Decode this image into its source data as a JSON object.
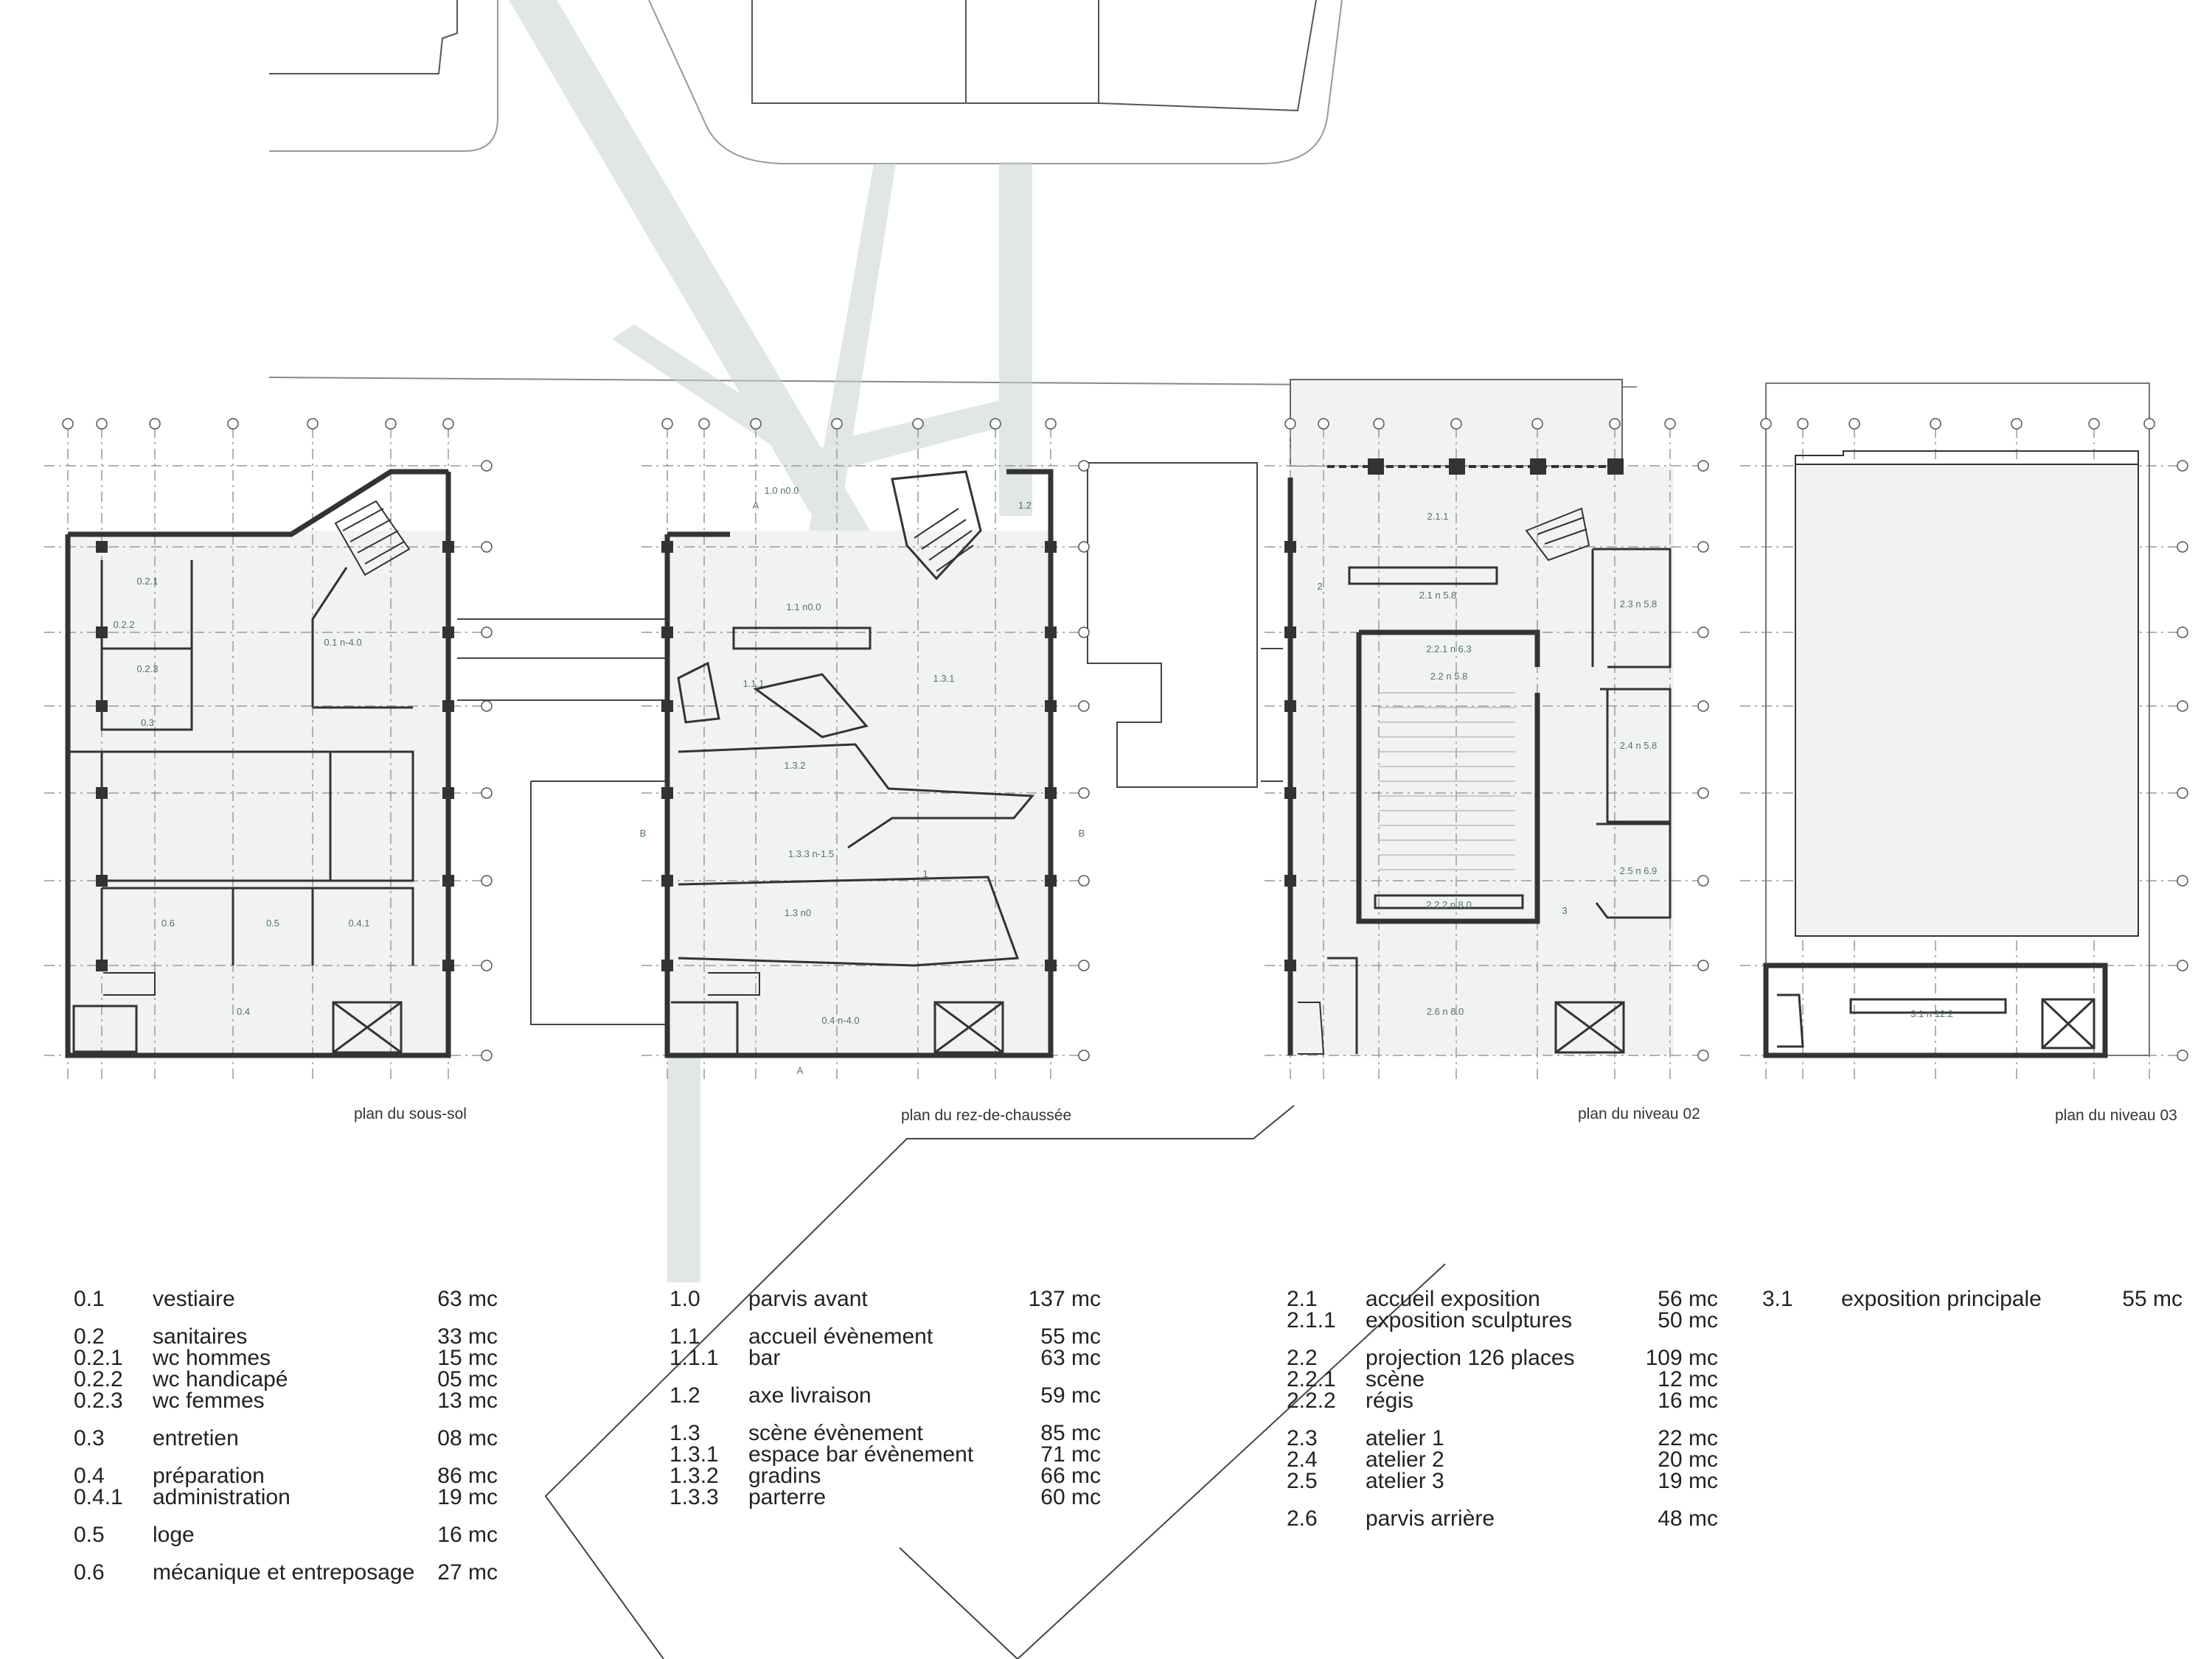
{
  "colors": {
    "ink": "#222222",
    "wall": "#3a3a3a",
    "light": "#c9d3d2",
    "room_label": "#56706e",
    "fill": "#f1f3f3"
  },
  "plans": [
    {
      "caption": "plan du sous-sol",
      "rooms": [
        "0.2.1",
        "0.2.2",
        "0.2.3",
        "0.3",
        "0.1 n-4.0",
        "0.6",
        "0.5",
        "0.4.1",
        "0.4"
      ]
    },
    {
      "caption": "plan du rez-de-chaussée",
      "rooms": [
        "1.0 n0.0",
        "1.2",
        "1.1 n0.0",
        "1.1.1",
        "1.3.1",
        "1.3.2",
        "1.3.3 n-1.5",
        "1.3 n0",
        "0.4 n-4.0"
      ],
      "markers": [
        "A",
        "A",
        "B",
        "B",
        "1"
      ]
    },
    {
      "caption": "plan du niveau 02",
      "rooms": [
        "2.1.1",
        "2.1 n 5.8",
        "2.2.1 n 6.3",
        "2.2 n 5.8",
        "2.2.2 n 8.0",
        "2.3 n 5.8",
        "2.4 n 5.8",
        "2.5 n 6.9",
        "2.6 n 8.0"
      ],
      "markers": [
        "2",
        "3"
      ]
    },
    {
      "caption": "plan du niveau 03",
      "rooms": [
        "3.1 n 12.2"
      ]
    }
  ],
  "legend": [
    {
      "groups": [
        [
          {
            "code": "0.1",
            "name": "vestiaire",
            "area": "63 mc"
          }
        ],
        [
          {
            "code": "0.2",
            "name": "sanitaires",
            "area": "33 mc"
          },
          {
            "code": "0.2.1",
            "name": "wc hommes",
            "area": "15 mc"
          },
          {
            "code": "0.2.2",
            "name": "wc handicapé",
            "area": "05 mc"
          },
          {
            "code": "0.2.3",
            "name": "wc femmes",
            "area": "13 mc"
          }
        ],
        [
          {
            "code": "0.3",
            "name": "entretien",
            "area": "08 mc"
          }
        ],
        [
          {
            "code": "0.4",
            "name": "préparation",
            "area": "86 mc"
          },
          {
            "code": "0.4.1",
            "name": "administration",
            "area": "19 mc"
          }
        ],
        [
          {
            "code": "0.5",
            "name": "loge",
            "area": "16 mc"
          }
        ],
        [
          {
            "code": "0.6",
            "name": "mécanique et entreposage",
            "area": "27 mc"
          }
        ]
      ]
    },
    {
      "groups": [
        [
          {
            "code": "1.0",
            "name": "parvis avant",
            "area": "137 mc"
          }
        ],
        [
          {
            "code": "1.1",
            "name": "accueil évènement",
            "area": "55 mc"
          },
          {
            "code": "1.1.1",
            "name": "bar",
            "area": "63 mc"
          }
        ],
        [
          {
            "code": "1.2",
            "name": "axe livraison",
            "area": "59 mc"
          }
        ],
        [
          {
            "code": "1.3",
            "name": "scène évènement",
            "area": "85 mc"
          },
          {
            "code": "1.3.1",
            "name": "espace bar évènement",
            "area": "71 mc"
          },
          {
            "code": "1.3.2",
            "name": "gradins",
            "area": "66 mc"
          },
          {
            "code": "1.3.3",
            "name": "parterre",
            "area": "60 mc"
          }
        ]
      ]
    },
    {
      "groups": [
        [
          {
            "code": "2.1",
            "name": "accueil exposition",
            "area": "56 mc"
          },
          {
            "code": "2.1.1",
            "name": "exposition sculptures",
            "area": "50 mc"
          }
        ],
        [
          {
            "code": "2.2",
            "name": "projection 126 places",
            "area": "109 mc"
          },
          {
            "code": "2.2.1",
            "name": "scène",
            "area": "12 mc"
          },
          {
            "code": "2.2.2",
            "name": "régis",
            "area": "16 mc"
          }
        ],
        [
          {
            "code": "2.3",
            "name": "atelier 1",
            "area": "22 mc"
          },
          {
            "code": "2.4",
            "name": "atelier 2",
            "area": "20 mc"
          },
          {
            "code": "2.5",
            "name": "atelier 3",
            "area": "19 mc"
          }
        ],
        [
          {
            "code": "2.6",
            "name": "parvis arrière",
            "area": "48 mc"
          }
        ]
      ]
    },
    {
      "groups": [
        [
          {
            "code": "3.1",
            "name": "exposition principale",
            "area": "55 mc"
          }
        ]
      ]
    }
  ]
}
